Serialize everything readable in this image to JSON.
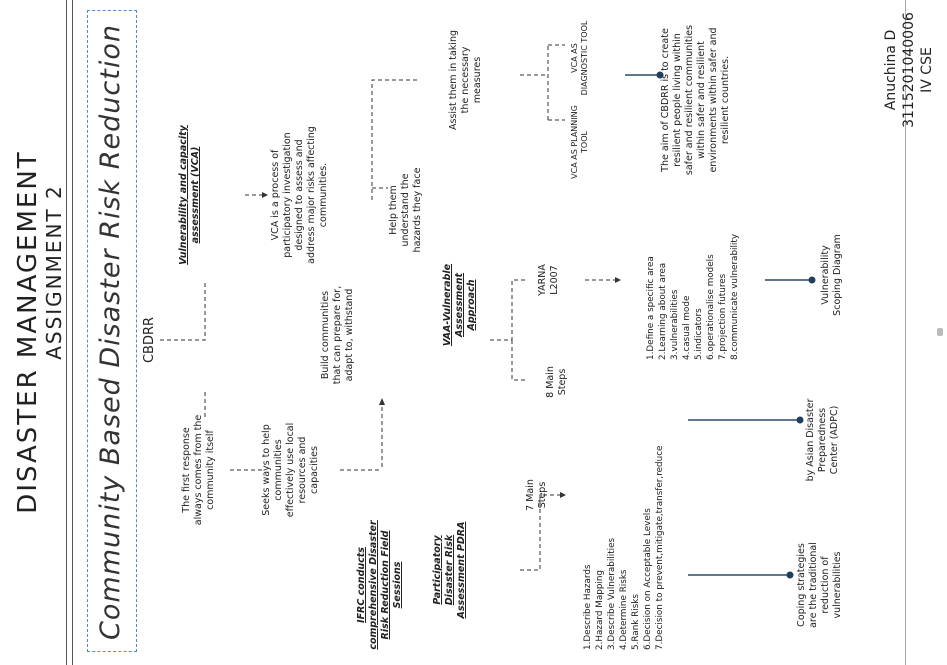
{
  "title": {
    "line1": "DISASTER MANAGEMENT",
    "line2": "ASSIGNMENT 2"
  },
  "subtitle": "Community Based Disaster Risk Reduction",
  "author": {
    "name": "Anuchina D",
    "roll": "3115201040006",
    "class": "IV CSE"
  },
  "nodes": {
    "cbdrr": "CBDRR",
    "first_response": "The first response always comes from the community itself",
    "seeks_ways": "Seeks ways to help communities effectively use local resources and capacities",
    "ifrc": "IFRC conducts comprehensive Disaster Risk Reduction Field Sessions",
    "pdra": "Participatory Disaster Risk Assessment PDRA",
    "seven_steps": "7 Main Steps",
    "seven_list": [
      "1.Describe Hazards",
      "2.Hazard Mapping",
      "3.Describe Vulnerabilities",
      "4.Determine Risks",
      "5.Rank Risks",
      "6.Decision on Acceptable Levels",
      "7.Decision to prevent,mitigate,transfer,reduce"
    ],
    "adpc": "by Asian Disaster Preparedness Center (ADPC)",
    "coping": "Coping strategies are the traditional reduction of vulnerabilities",
    "build": "Build communities that can prepare for, adapt to, withstand",
    "vaa": "VAA-Vulnerable Assessment Approach",
    "eight_steps": "8 Main Steps",
    "yarna": "YARNA L2007",
    "eight_list": [
      "1.Define a specific area",
      "2.Learning about area",
      "3.vulnerabilities",
      "4.casual mode",
      "5.indicators",
      "6.operationalise models",
      "7.projection futures",
      "8.communicate vulnerability"
    ],
    "scoping": "Vulnerability Scoping Diagram",
    "vca_title": "Vulnerability and capacity assessment (VCA)",
    "vca_desc": "VCA is a process of participatory investigation designed to assess and address major risks affecting communities.",
    "help_them": "Help them understand the hazards they face",
    "assist_them": "Assist them in taking the necessary measures",
    "vca_planning": "VCA AS PLANNING TOOL",
    "vca_diagnostic": "VCA AS DIAGNOSTIC TOOL",
    "aim": "The aim of CBDRR is to create resilient people living within safer and resilient communities within safer and resilient environments within safer and resilient countries."
  }
}
